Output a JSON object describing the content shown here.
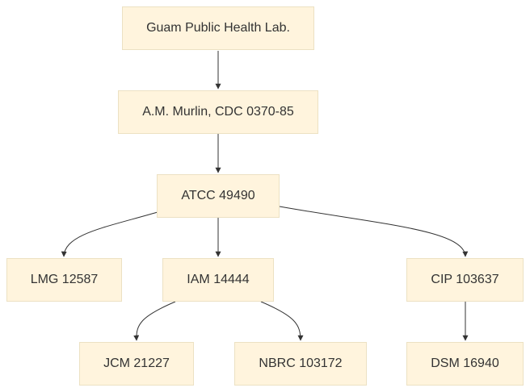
{
  "colors": {
    "node_fill": "#fff4dd",
    "node_border": "#ece1c3",
    "edge": "#333333",
    "text": "#333333"
  },
  "nodes": [
    {
      "id": "guam",
      "label": "Guam Public Health Lab."
    },
    {
      "id": "murlin",
      "label": "A.M. Murlin, CDC 0370-85"
    },
    {
      "id": "atcc",
      "label": "ATCC 49490"
    },
    {
      "id": "lmg",
      "label": "LMG 12587"
    },
    {
      "id": "iam",
      "label": "IAM 14444"
    },
    {
      "id": "cip",
      "label": "CIP 103637"
    },
    {
      "id": "jcm",
      "label": "JCM 21227"
    },
    {
      "id": "nbrc",
      "label": "NBRC 103172"
    },
    {
      "id": "dsm",
      "label": "DSM 16940"
    }
  ],
  "edges": [
    {
      "from": "guam",
      "to": "murlin"
    },
    {
      "from": "murlin",
      "to": "atcc"
    },
    {
      "from": "atcc",
      "to": "lmg"
    },
    {
      "from": "atcc",
      "to": "iam"
    },
    {
      "from": "atcc",
      "to": "cip"
    },
    {
      "from": "iam",
      "to": "jcm"
    },
    {
      "from": "iam",
      "to": "nbrc"
    },
    {
      "from": "cip",
      "to": "dsm"
    }
  ]
}
